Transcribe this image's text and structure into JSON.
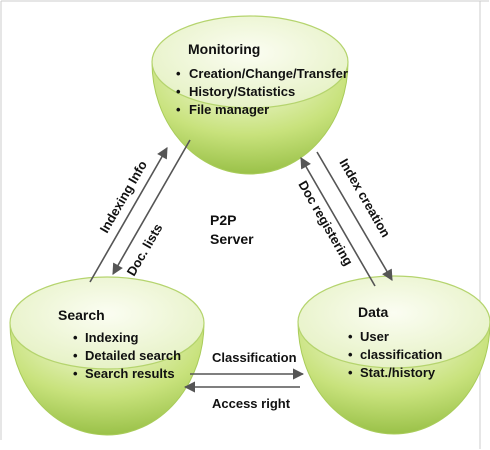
{
  "colors": {
    "bowl_light": "#f6fbe4",
    "bowl_mid": "#c8e27c",
    "bowl_dark": "#8db83a",
    "rim_light": "#fbfdf2",
    "rim_dark": "#e3f0bf",
    "arrow": "#555555",
    "text": "#111111"
  },
  "nodes": {
    "monitoring": {
      "title": "Monitoring",
      "items": [
        "Creation/Change/Transfer",
        "History/Statistics",
        "File manager"
      ]
    },
    "search": {
      "title": "Search",
      "items": [
        "Indexing",
        "Detailed search",
        "Search results"
      ]
    },
    "data": {
      "title": "Data",
      "items": [
        "User",
        "classification",
        "Stat./history"
      ]
    }
  },
  "center": {
    "line1": "P2P",
    "line2": "Server"
  },
  "edges": {
    "indexing_info": "Indexing Info",
    "doc_lists": "Doc. lists",
    "index_creation": "Index creation",
    "doc_registering": "Doc registering",
    "classification": "Classification",
    "access_right": "Access right"
  },
  "bullet": "•"
}
